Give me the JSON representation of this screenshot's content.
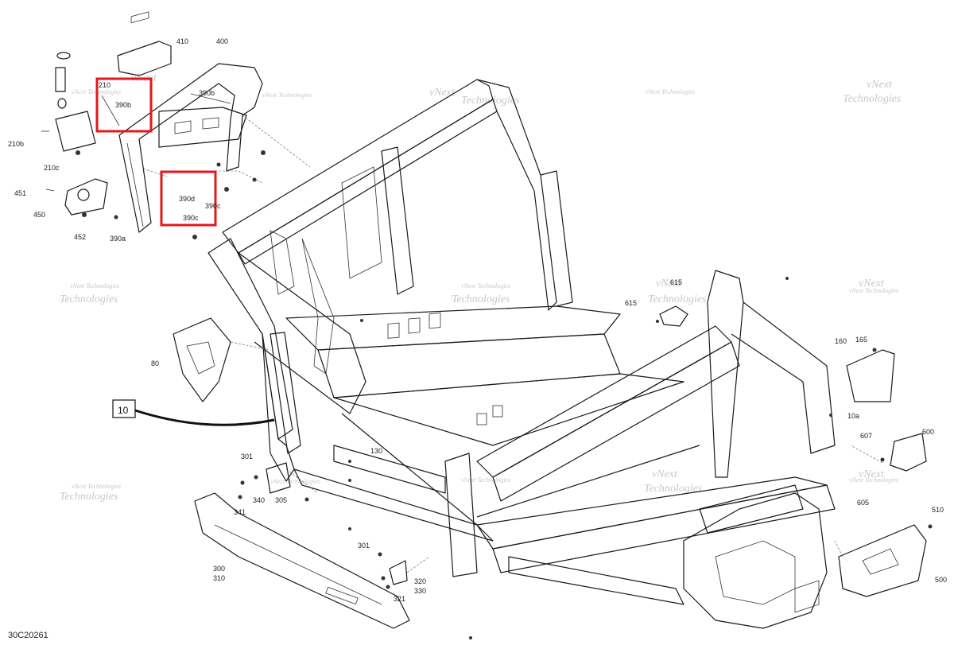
{
  "labels": {
    "l410": "410",
    "l400": "400",
    "l210": "210",
    "l390b_box": "390b",
    "l390b": "390b",
    "l210b": "210b",
    "l210c": "210c",
    "l451": "451",
    "l450": "450",
    "l452": "452",
    "l390a": "390a",
    "l390d": "390d",
    "l390c_box": "390c",
    "l390c_side": "390c",
    "l80": "80",
    "l10": "10",
    "l615": "615",
    "l615top": "615",
    "l160": "160",
    "l165": "165",
    "l10a": "10a",
    "l607": "607",
    "l600": "600",
    "l605": "605",
    "l510": "510",
    "l500": "500",
    "l130": "130",
    "l301a": "301",
    "l340": "340",
    "l341": "341",
    "l305": "305",
    "l300": "300",
    "l310": "310",
    "l301b": "301",
    "l320": "320",
    "l330": "330",
    "l321": "321"
  },
  "watermark": {
    "line1": "vNext Technologies",
    "line2": "vNext",
    "line3": "Technologies"
  },
  "diagram_code": "30C20261",
  "highlight_color": "#e0191b"
}
